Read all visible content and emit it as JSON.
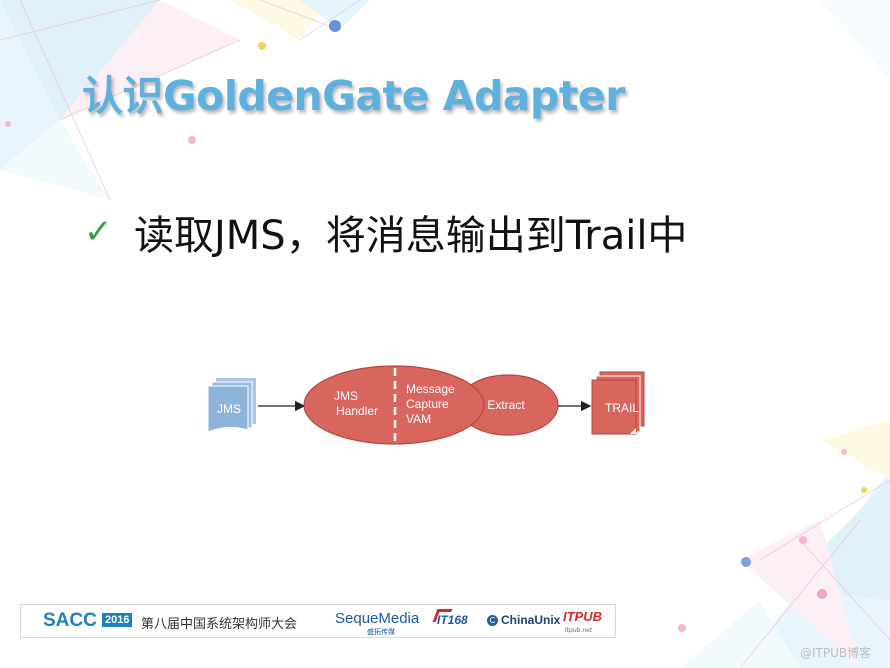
{
  "slide": {
    "title": "认识GoldenGate Adapter",
    "bullet_marker": "✓",
    "bullet_text": "读取JMS，将消息输出到Trail中"
  },
  "diagram": {
    "nodes": {
      "jms": "JMS",
      "handler": [
        "JMS",
        "Handler"
      ],
      "vam": [
        "Message",
        "Capture",
        "VAM"
      ],
      "extract": "Extract",
      "trail": "TRAIL"
    },
    "colors": {
      "accent": "#d9655f",
      "accent_dark": "#b6463f",
      "source_blue": "#8fb4d9"
    }
  },
  "footer": {
    "sacc": "SACC",
    "year": "2016",
    "conference": "第八届中国系统架构师大会",
    "seque": "SequeMedia",
    "seque_sub": "盛拓传媒",
    "it168": "IT168",
    "chinaunix": "ChinaUnix",
    "chinaunix_icon": "C",
    "itpub": "ITPUB",
    "itpub_sub": "itpub.net"
  },
  "watermark": "@ITPUB博客"
}
